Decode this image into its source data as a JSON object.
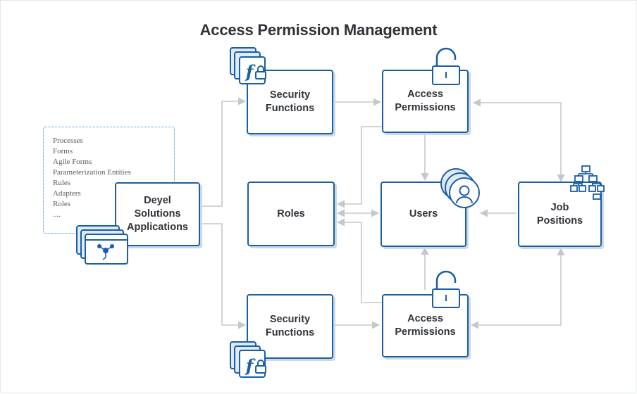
{
  "title": "Access Permission Management",
  "source_list": [
    "Processes",
    "Forms",
    "Agile Forms",
    "Parameterization Entities",
    "Rules",
    "Adapters",
    "Roles",
    "...."
  ],
  "nodes": {
    "deyel_apps": "Deyel\nSolutions\nApplications",
    "security_functions_top": "Security\nFunctions",
    "access_permissions_top": "Access\nPermissions",
    "roles": "Roles",
    "users": "Users",
    "job_positions": "Job\nPositions",
    "security_functions_bottom": "Security\nFunctions",
    "access_permissions_bottom": "Access\nPermissions"
  },
  "icon_labels": {
    "function_letter": "f"
  },
  "colors": {
    "border": "#1a5ea6",
    "shadow": "#c9d9ea",
    "arrow": "#c4c8cd",
    "text": "#2f3338"
  }
}
